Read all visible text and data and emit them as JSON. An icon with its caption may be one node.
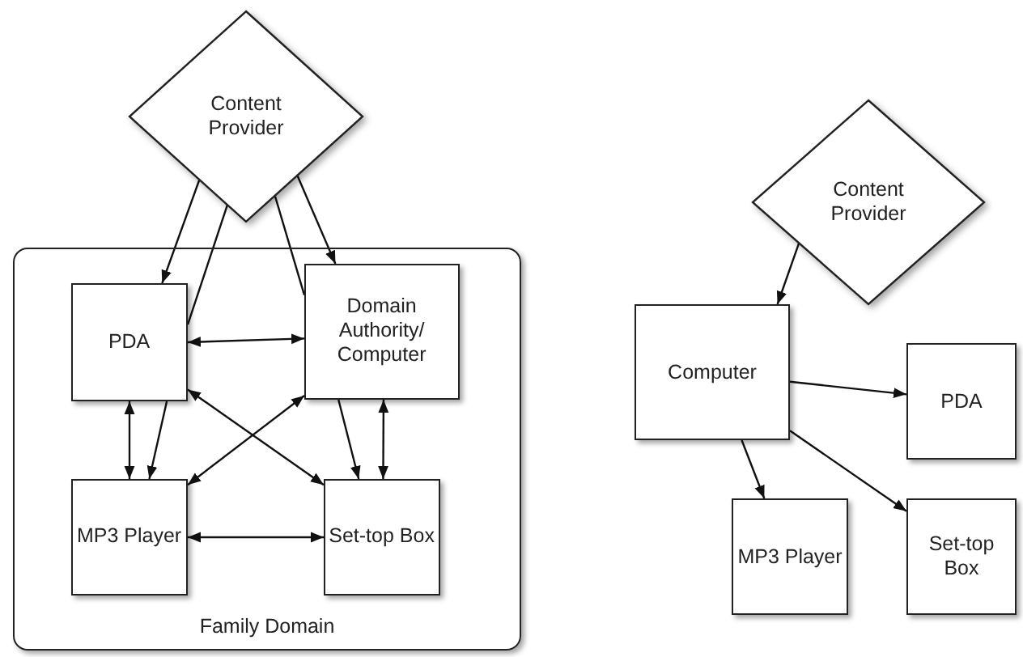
{
  "diagram": {
    "nodes": [
      {
        "text": [
          "Content Provider"
        ]
      },
      {
        "text": [
          "Family Domain"
        ]
      },
      {
        "text": [
          "PDA"
        ],
        "in": 1
      },
      {
        "text": [
          "Domain Authority/ Computer"
        ],
        "in": 1
      },
      {
        "text": [
          "MP3 Player"
        ],
        "in": 1
      },
      {
        "text": [
          "Set-top Box"
        ],
        "in": 1
      },
      {
        "text": [
          "Content Provider"
        ]
      },
      {
        "text": [
          "Computer"
        ]
      },
      {
        "text": [
          "PDA"
        ]
      },
      {
        "text": [
          "MP3 Player"
        ]
      },
      {
        "text": [
          "Set-top Box"
        ]
      }
    ],
    "edges": [
      {
        "from": 0,
        "to": 2,
        "arrow": "to"
      },
      {
        "from": 2,
        "to": 0,
        "arrow": "none"
      },
      {
        "from": 3,
        "to": 0,
        "arrow": "none"
      },
      {
        "from": 0,
        "to": 3,
        "arrow": "to"
      },
      {
        "from": 2,
        "to": 3,
        "arrow": "both"
      },
      {
        "from": 2,
        "to": 4,
        "arrow": "both"
      },
      {
        "from": 2,
        "to": 4,
        "arrow": "to"
      },
      {
        "from": 2,
        "to": 5,
        "arrow": "both"
      },
      {
        "from": 3,
        "to": 4,
        "arrow": "both"
      },
      {
        "from": 3,
        "to": 5,
        "arrow": "to"
      },
      {
        "from": 3,
        "to": 5,
        "arrow": "both"
      },
      {
        "from": 4,
        "to": 5,
        "arrow": "both"
      },
      {
        "from": 6,
        "to": 7,
        "arrow": "to"
      },
      {
        "from": 7,
        "to": 8,
        "arrow": "to"
      },
      {
        "from": 7,
        "to": 9,
        "arrow": "to"
      },
      {
        "from": 7,
        "to": 10,
        "arrow": "to"
      }
    ]
  }
}
